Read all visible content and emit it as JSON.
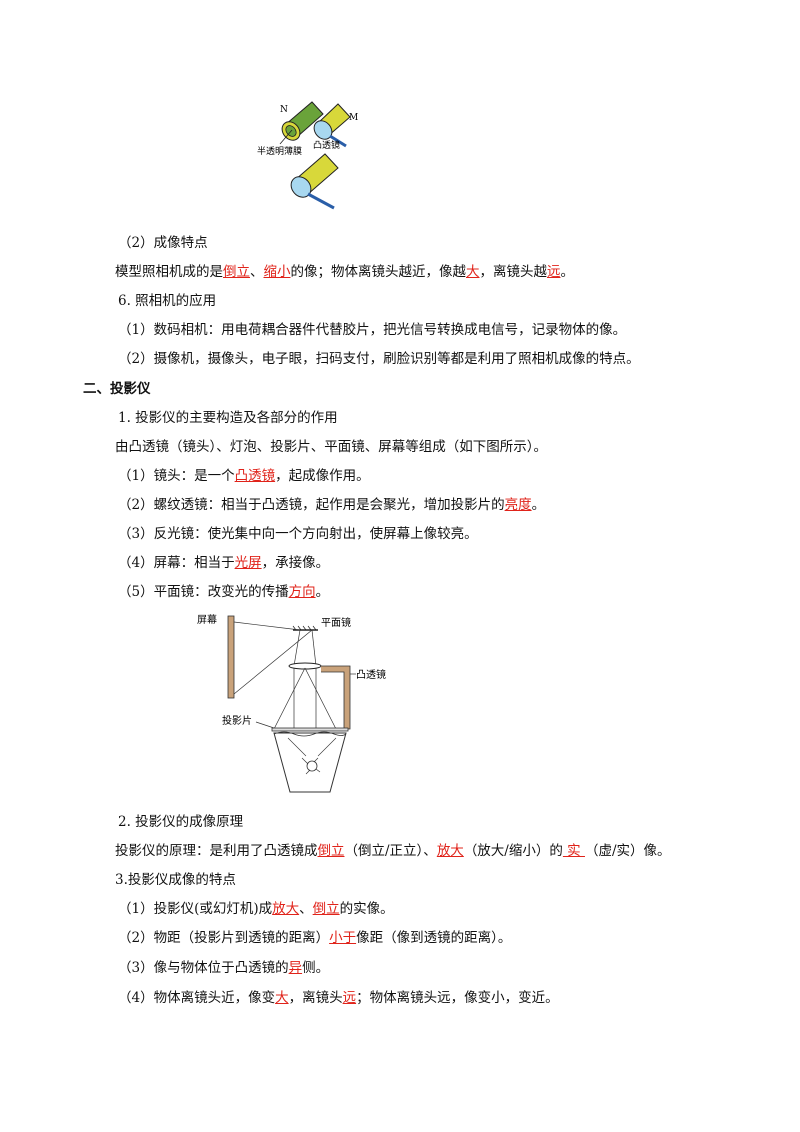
{
  "figure1": {
    "label_n": "N",
    "label_m": "M",
    "label_membrane": "半透明薄膜",
    "label_lens": "凸透镜"
  },
  "sec_imaging": {
    "heading": "（2）成像特点",
    "p1": [
      "模型照相机成的是",
      "倒立",
      "、",
      "缩小",
      "的像；物体离镜头越近，像越",
      "大",
      "，离镜头越",
      "远",
      "。"
    ]
  },
  "sec_camera_app": {
    "heading": "6. 照相机的应用",
    "item1": "（1）数码相机：用电荷耦合器件代替胶片，把光信号转换成电信号，记录物体的像。",
    "item2": "（2）摄像机，摄像头，电子眼，扫码支付，刷脸识别等都是利用了照相机成像的特点。"
  },
  "sec_projector": {
    "title": "二、投影仪",
    "sub1": "1. 投影仪的主要构造及各部分的作用",
    "intro": "由凸透镜（镜头）、灯泡、投影片、平面镜、屏幕等组成（如下图所示）。",
    "item1": [
      "（1）镜头：是一个",
      "凸透镜",
      "，起成像作用。"
    ],
    "item2": [
      "（2）螺纹透镜：相当于凸透镜，起作用是会聚光，增加投影片的",
      "亮度",
      "。"
    ],
    "item3": "（3）反光镜：使光集中向一个方向射出，使屏幕上像较亮。",
    "item4": [
      "（4）屏幕：相当于",
      "光屏",
      "，承接像。"
    ],
    "item5": [
      "（5）平面镜：改变光的传播",
      "方向",
      "。"
    ]
  },
  "figure2": {
    "label_screen": "屏幕",
    "label_mirror": "平面镜",
    "label_lens": "凸透镜",
    "label_slide": "投影片"
  },
  "sec_principle": {
    "sub2": "2.  投影仪的成像原理",
    "p": [
      "投影仪的原理：是利用了凸透镜成",
      "倒立",
      "（倒立/正立）、",
      "放大",
      "（放大/缩小）的",
      " 实 ",
      "（虚/实）像。"
    ]
  },
  "sec_features": {
    "sub3": "3.投影仪成像的特点",
    "f1": [
      "（1）投影仪(或幻灯机)成",
      "放大",
      "、",
      "倒立",
      "的实像。"
    ],
    "f2": [
      "（2）物距（投影片到透镜的距离）",
      "小于",
      "像距（像到透镜的距离）。"
    ],
    "f3": [
      "（3）像与物体位于凸透镜的",
      "异",
      "侧。"
    ],
    "f4": [
      "（4）物体离镜头近，像变",
      "大",
      "，离镜头",
      "远",
      "；物体离镜头远，像变小，变近。"
    ]
  },
  "colors": {
    "answer": "#e0231a",
    "tube_yellow": "#d8d83a",
    "tube_green": "#6aa33a",
    "lens_blue": "#a8d8f0",
    "rod_blue": "#2a5ea8",
    "frame_tan": "#c9a27a"
  }
}
